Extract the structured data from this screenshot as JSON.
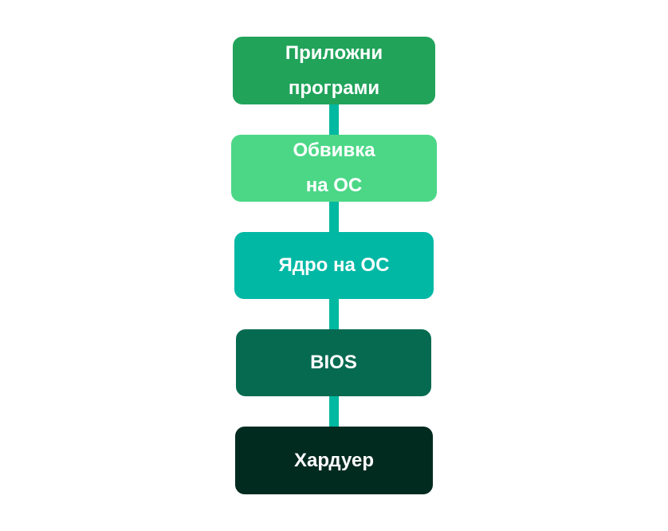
{
  "colors": {
    "connector": "#01B8A1"
  },
  "layers": [
    {
      "label": "Приложни\nпрограми",
      "color": "#21A35A"
    },
    {
      "label": "Обвивка\nна ОС",
      "color": "#4CD787"
    },
    {
      "label": "Ядро на ОС",
      "color": "#01B8A5"
    },
    {
      "label": "BIOS",
      "color": "#066A50"
    },
    {
      "label": "Хардуер",
      "color": "#022B20"
    }
  ]
}
